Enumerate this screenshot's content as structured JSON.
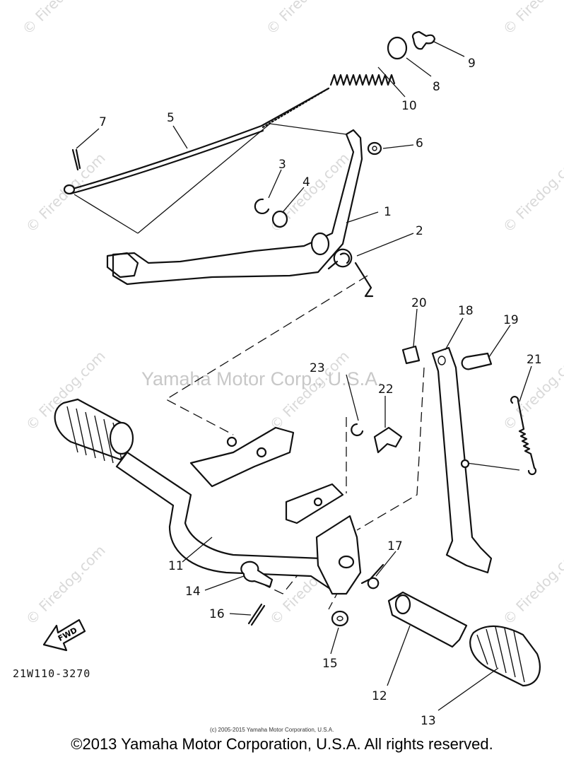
{
  "watermarks": {
    "site": "© Firedog.com",
    "center": "Yamaha Motor Corp., U.S.A."
  },
  "callouts": [
    "1",
    "2",
    "3",
    "4",
    "5",
    "6",
    "7",
    "8",
    "9",
    "10",
    "11",
    "12",
    "13",
    "14",
    "15",
    "16",
    "17",
    "18",
    "19",
    "20",
    "21",
    "22",
    "23"
  ],
  "fwd_label": "FWD",
  "diagram_code": "21W110-3270",
  "small_copyright": "(c) 2005-2015 Yamaha Motor Corporation, U.S.A.",
  "footer_copyright": "©2013 Yamaha Motor Corporation, U.S.A. All rights reserved."
}
